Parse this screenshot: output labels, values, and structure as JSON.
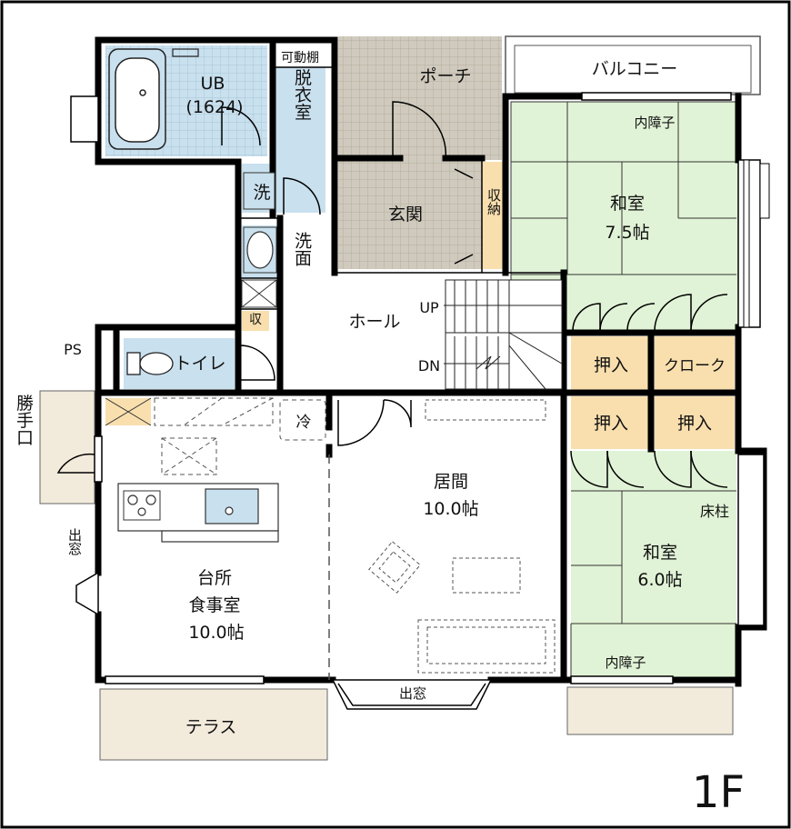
{
  "colors": {
    "tatami": "#e1f3d6",
    "tile_gray": "#cfcabd",
    "water": "#c9e0ee",
    "storage": "#f9dfae",
    "terrace": "#f2ebdc",
    "wall": "#000000"
  },
  "rooms": {
    "ub_line1": "UB",
    "ub_line2": "(1624)",
    "movable_shelf": "可動棚",
    "dressing": "脱衣室",
    "porch": "ポーチ",
    "balcony": "バルコニー",
    "inner_shoji_top": "内障子",
    "washer": "洗",
    "washbasin": "洗面",
    "entrance": "玄関",
    "entrance_storage": "収納",
    "washroom_storage": "収",
    "hall": "ホール",
    "up": "UP",
    "dn": "DN",
    "washitsu1_line1": "和室",
    "washitsu1_line2": "7.5帖",
    "ps": "PS",
    "toilet": "トイレ",
    "oshiire1": "押入",
    "cloak": "クローク",
    "oshiire2": "押入",
    "oshiire3": "押入",
    "katteguchi": "勝手口",
    "fridge": "冷",
    "living_line1": "居間",
    "living_line2": "10.0帖",
    "tokobashira": "床柱",
    "washitsu2_line1": "和室",
    "washitsu2_line2": "6.0帖",
    "demado_side": "出窓",
    "kitchen_line1": "台所",
    "kitchen_line2": "食事室",
    "kitchen_line3": "10.0帖",
    "inner_shoji_bottom": "内障子",
    "demado_bottom": "出窓",
    "terrace": "テラス",
    "floor": "1F"
  }
}
